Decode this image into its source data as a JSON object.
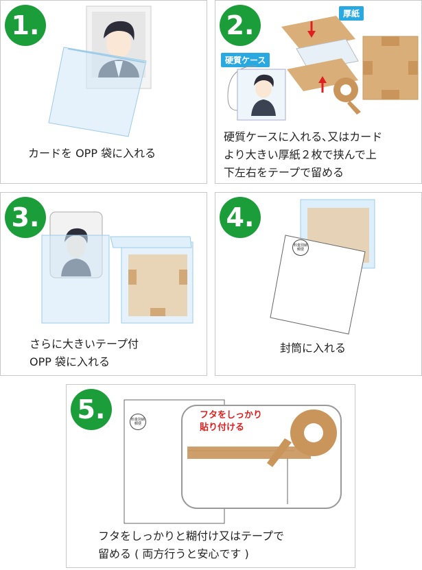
{
  "steps": [
    {
      "number": "1.",
      "caption": "カードを OPP 袋に入れる"
    },
    {
      "number": "2.",
      "caption": "硬質ケースに入れる､又はカード\nより大きい厚紙２枚で挟んで上\n下左右をテープで留める",
      "tag_hard_case": "硬質ケース",
      "tag_cardboard": "厚紙"
    },
    {
      "number": "3.",
      "caption": "さらに大きいテープ付\nOPP 袋に入れる"
    },
    {
      "number": "4.",
      "caption": "封筒に入れる",
      "stamp": "料金別納\n郵便"
    },
    {
      "number": "5.",
      "caption": "フタをしっかりと糊付け又はテープで\n留める ( 両方行うと安心です )",
      "callout": "フタをしっかり\n貼り付ける",
      "stamp": "料金別納\n郵便"
    }
  ],
  "colors": {
    "badge": "#1b9e3a",
    "tag": "#2aa8e0",
    "callout_text": "#e02020",
    "arrow": "#e02020",
    "tape": "#c9955a"
  }
}
